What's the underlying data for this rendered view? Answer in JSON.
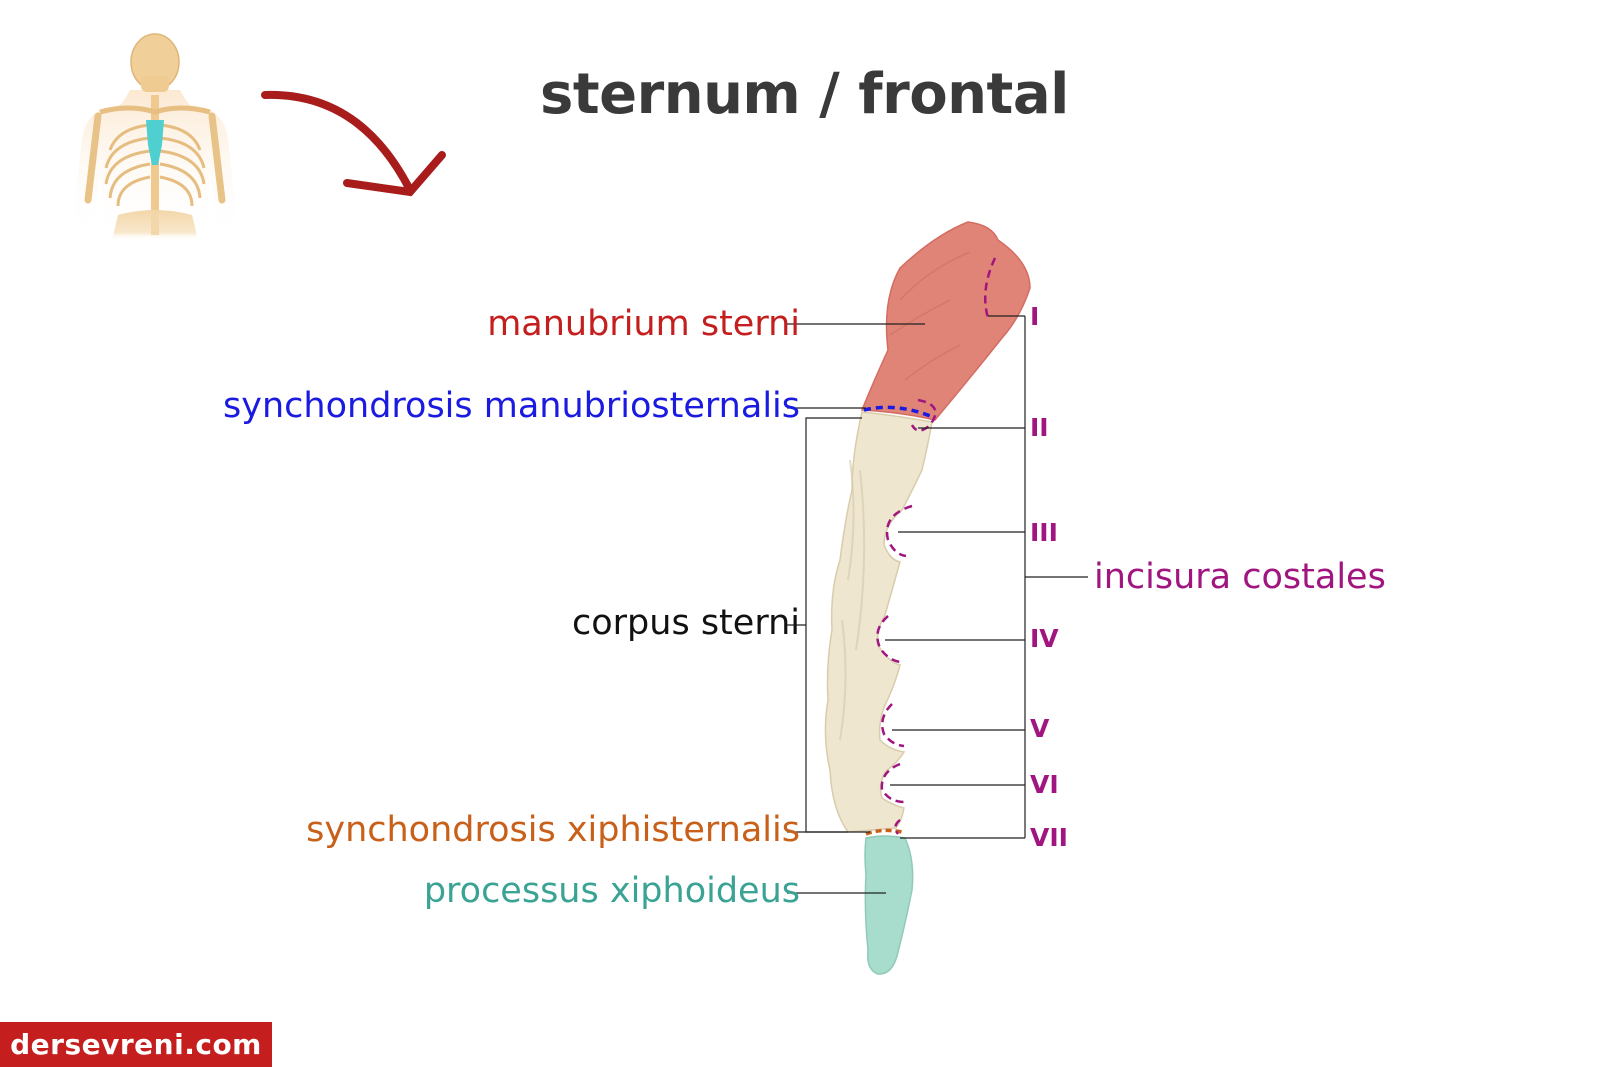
{
  "title": "sternum / frontal",
  "labels": {
    "manubrium": "manubrium sterni",
    "synch_manubrio": "synchondrosis manubriosternalis",
    "corpus": "corpus sterni",
    "synch_xiphi": "synchondrosis xiphisternalis",
    "xiphoid": "processus xiphoideus",
    "incisura": "incisura costales"
  },
  "roman_numerals": [
    "I",
    "II",
    "III",
    "IV",
    "V",
    "VI",
    "VII"
  ],
  "watermark": "dersevreni.com",
  "colors": {
    "manubrium": "#c41e1e",
    "synch_manubrio": "#1a1ae0",
    "corpus": "#111111",
    "synch_xiphi": "#c8601a",
    "xiphoid": "#3aa394",
    "incisura": "#a0157f",
    "manubrium_fill": "#e08478",
    "corpus_fill": "#efe6cf",
    "xiphoid_fill": "#a8dccc",
    "arrow": "#a81c1c"
  }
}
